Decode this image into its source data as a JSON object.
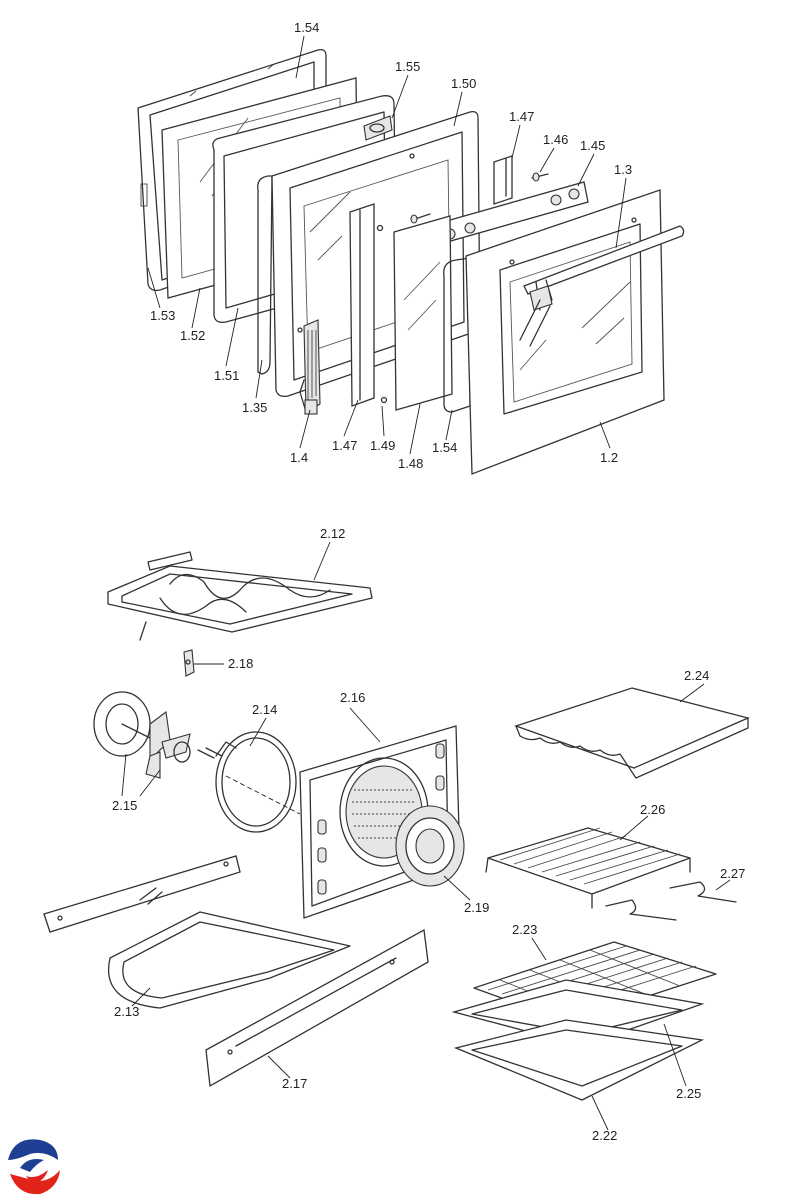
{
  "labels": {
    "1_54_top": "1.54",
    "1_55": "1.55",
    "1_50": "1.50",
    "1_47_top": "1.47",
    "1_46": "1.46",
    "1_45": "1.45",
    "1_3": "1.3",
    "1_53": "1.53",
    "1_52": "1.52",
    "1_51": "1.51",
    "1_35": "1.35",
    "1_4": "1.4",
    "1_47_bottom": "1.47",
    "1_49": "1.49",
    "1_48": "1.48",
    "1_54_bottom": "1.54",
    "1_2": "1.2",
    "2_12": "2.12",
    "2_18": "2.18",
    "2_14": "2.14",
    "2_16": "2.16",
    "2_24": "2.24",
    "2_15": "2.15",
    "2_26": "2.26",
    "2_27": "2.27",
    "2_19": "2.19",
    "2_23": "2.23",
    "2_13": "2.13",
    "2_17": "2.17",
    "2_25": "2.25",
    "2_22": "2.22"
  },
  "logo": {
    "name": "brand-logo",
    "colors": {
      "blue": "#1f3f95",
      "red": "#e2231a"
    }
  }
}
